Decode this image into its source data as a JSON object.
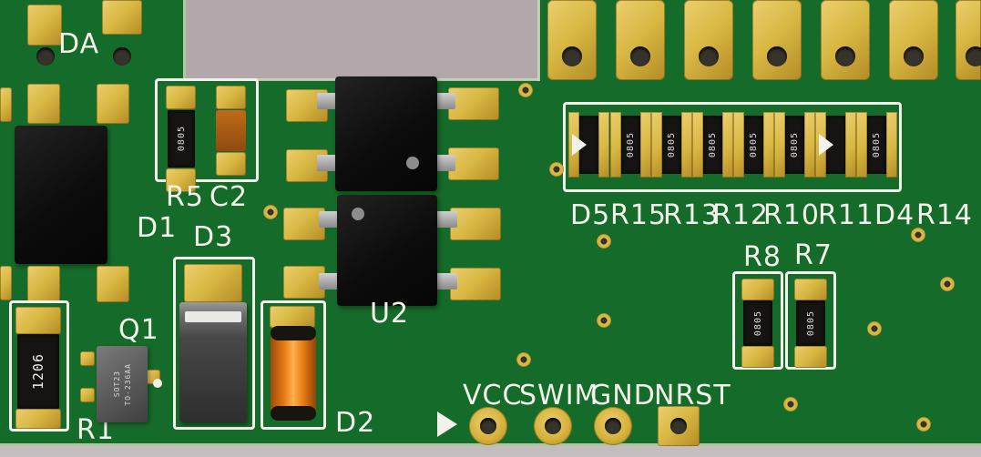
{
  "board": {
    "labels": {
      "da": "DA",
      "d1": "D1",
      "r5": "R5",
      "c2": "C2",
      "d3": "D3",
      "q1": "Q1",
      "r1": "R1",
      "u2": "U2",
      "d2": "D2",
      "r8": "R8",
      "r7": "R7"
    },
    "row_labels": [
      "D5",
      "R15",
      "R13",
      "R12",
      "R10",
      "R11",
      "D4",
      "R14"
    ],
    "pin_labels": [
      "VCC",
      "SWIM",
      "GND",
      "NRST"
    ],
    "markings": {
      "r5": "0805",
      "r1": "1206",
      "q1": [
        "SOT23",
        "TO-236AA"
      ],
      "r8": "0805",
      "r7": "0805",
      "row": [
        "0805",
        "0805",
        "0805",
        "0805",
        "0805",
        "0805"
      ]
    },
    "colors": {
      "pcb_green": "#156b29",
      "pad_gold": "#d8b743",
      "background_gray": "#b2a8ac",
      "component_black": "#161412",
      "component_gray": "#636363",
      "capacitor_orange": "#e67a12",
      "silkscreen_white": "#f2f1ea"
    }
  }
}
